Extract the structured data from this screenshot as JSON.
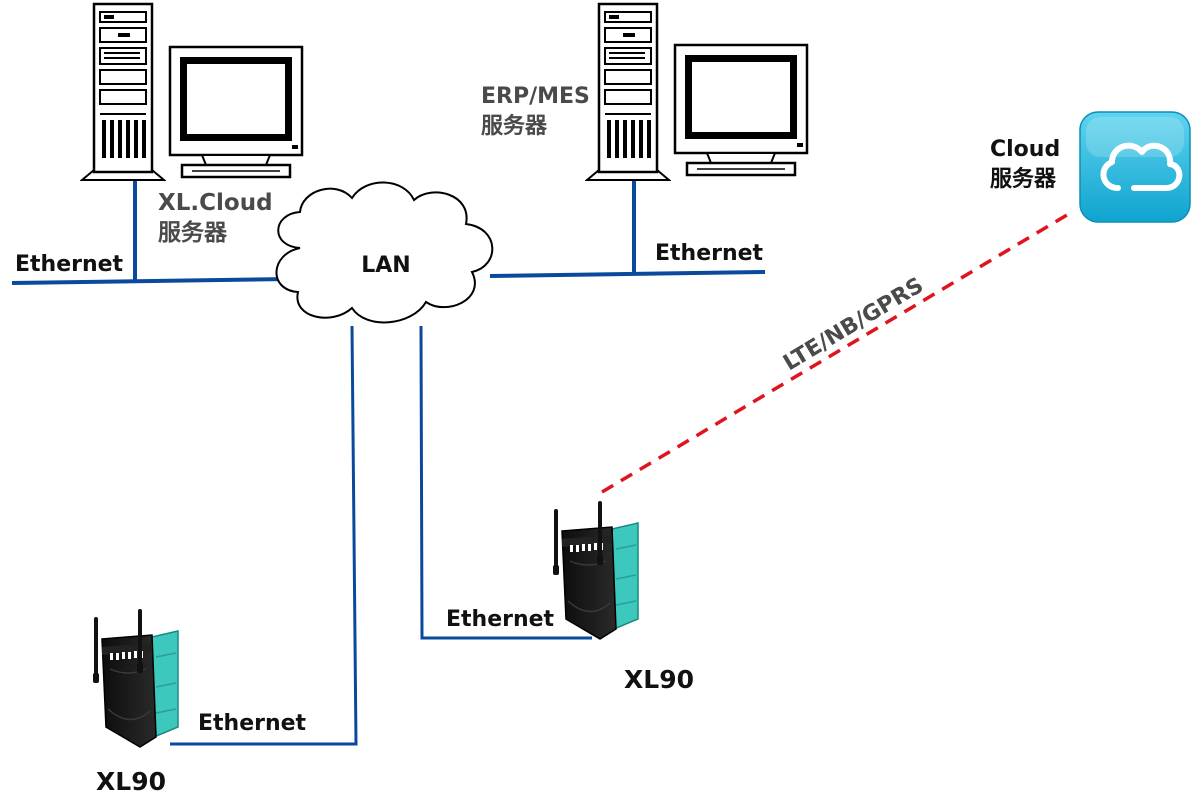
{
  "labels": {
    "ethernet_left": "Ethernet",
    "ethernet_right": "Ethernet",
    "ethernet_device_mid": "Ethernet",
    "ethernet_device_left": "Ethernet",
    "lan": "LAN",
    "xl_cloud_line1": "XL.Cloud",
    "xl_cloud_line2": "服务器",
    "erp_line1": "ERP/MES",
    "erp_line2": "服务器",
    "cloud_line1": "Cloud",
    "cloud_line2": "服务器",
    "wireless_link": "LTE/NB/GPRS",
    "device_mid": "XL90",
    "device_left": "XL90"
  },
  "icons": {
    "server": "server-tower-icon",
    "monitor": "crt-monitor-icon",
    "cloud_service": "cloud-app-icon",
    "device": "xl90-gateway-icon"
  },
  "colors": {
    "ethernet_line": "#0a4a9c",
    "wireless_line": "#e0141e",
    "cloud_app": "#1cb4dc",
    "device_accent": "#3cc8bc"
  }
}
